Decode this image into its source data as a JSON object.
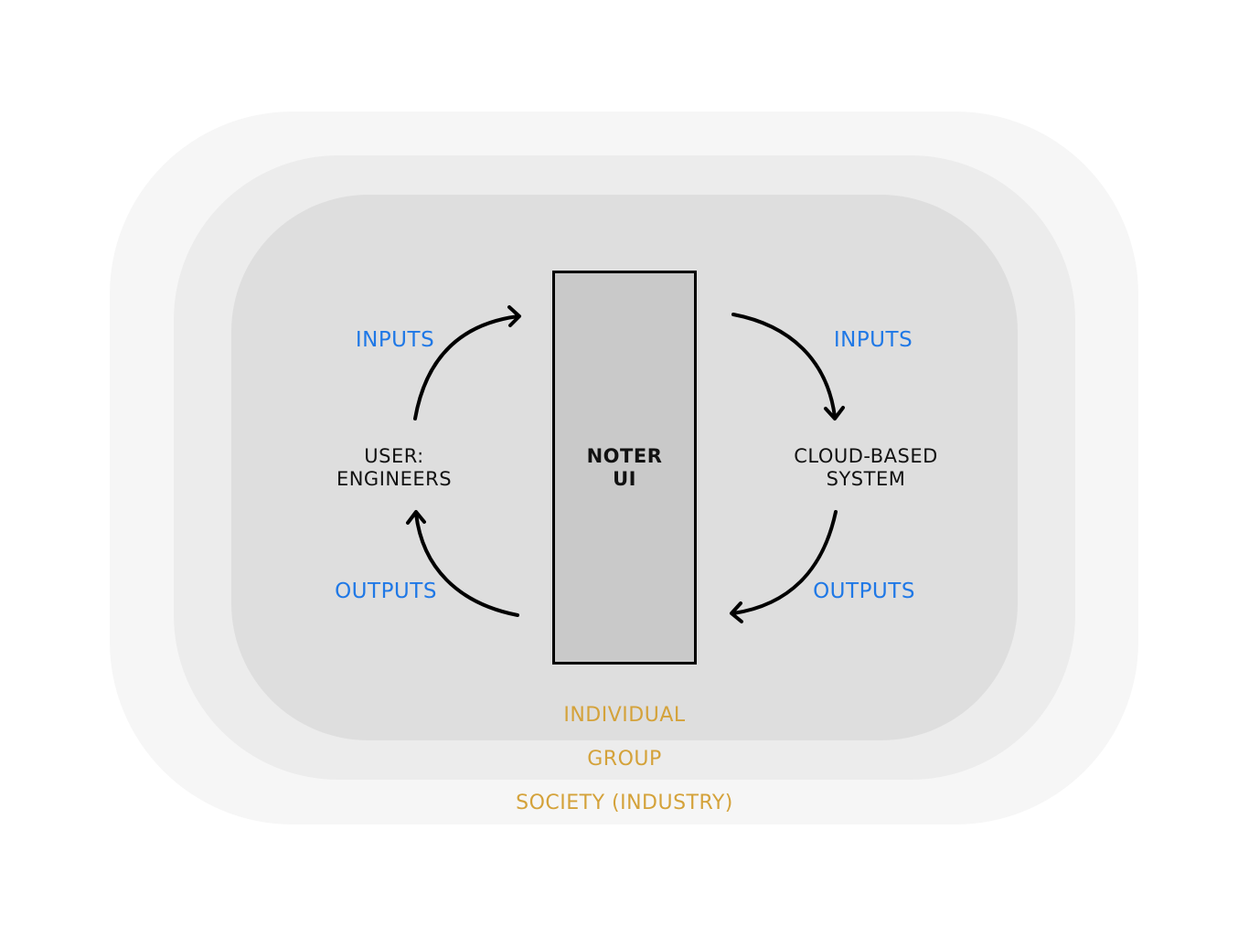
{
  "colors": {
    "flow_label": "#1f78e6",
    "level_label": "#d4a23a",
    "society_layer": "#f6f6f6",
    "group_layer": "#ececec",
    "individual_layer": "#dedede",
    "noter_box": "#c9c9c9",
    "arrow": "#000000"
  },
  "center": {
    "line1": "NOTER",
    "line2": "UI"
  },
  "left_node": {
    "line1": "USER:",
    "line2": "ENGINEERS"
  },
  "right_node": {
    "line1": "CLOUD-BASED",
    "line2": "SYSTEM"
  },
  "flows": {
    "left_inputs": "INPUTS",
    "left_outputs": "OUTPUTS",
    "right_inputs": "INPUTS",
    "right_outputs": "OUTPUTS"
  },
  "levels": {
    "individual": "INDIVIDUAL",
    "group": "GROUP",
    "society": "SOCIETY (INDUSTRY)"
  }
}
